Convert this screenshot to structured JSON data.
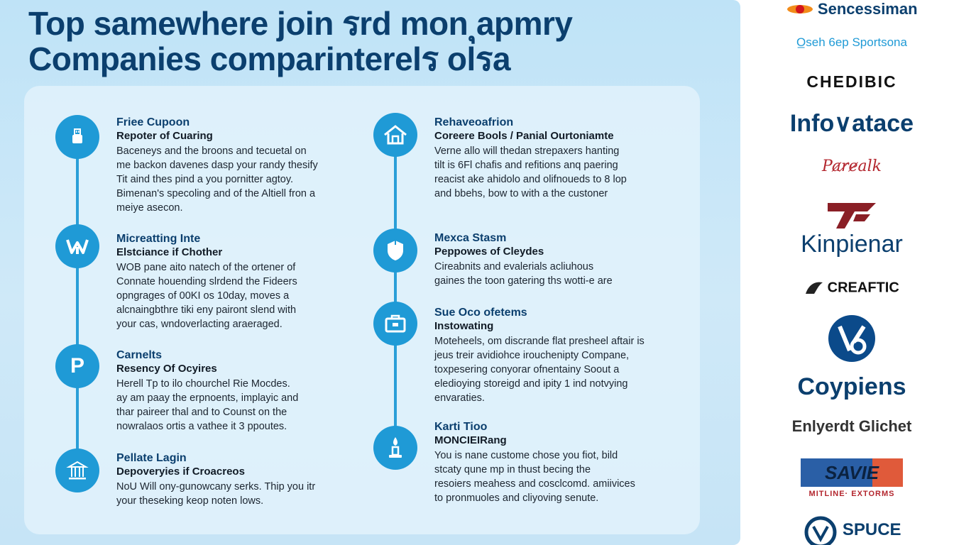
{
  "headline": {
    "line1": "Top samewhere join รrd mon ุapmry",
    "line2": "Companies comparinterelร olรa"
  },
  "colors": {
    "navy": "#0b3f6e",
    "accent_blue": "#1f9ad6",
    "panel_bg": "#c6e4f6"
  },
  "left_column": [
    {
      "icon": "usb-icon",
      "title": "Friee Cupoon",
      "subtitle": "Repoter of Cuaring",
      "body": [
        "Baceneys and the broons and tecuetal on",
        "me backon davenes dasp your randy thesify",
        "Tit aind thes pind a you pornitter agtoy.",
        "Bimenan's specoling and of the Altiell fron a",
        "meiye asecon."
      ]
    },
    {
      "icon": "crown-icon",
      "title": "Micreatting Inte",
      "subtitle": "Elstciance if Chother",
      "body": [
        "WOB pane aito natech of the ortener of",
        "Connate houending slrdend the Fideers",
        "opngrages of 00KI os 10day, moves a",
        "alcnaingbthre tiki eny pairont slend with",
        "your cas, wndoverlacting araeraged."
      ]
    },
    {
      "icon": "p-letter-icon",
      "title": "Carnelts",
      "subtitle": "Resency Of Ocyires",
      "body": [
        "Herell Tp to ilo chourchel Rie Mocdes.",
        "ay am paay the erpnoents, implayic and",
        "thar paireer thal and to Counst on the",
        "nowralaos ortis a vathee it 3 ppoutes."
      ]
    },
    {
      "icon": "bank-icon",
      "title": "Pellate Lagin",
      "subtitle": "Depoveryies if Croacreos",
      "body": [
        "NoU Will ony-gunowcany serks. Thip you itr",
        "your theseking keop noten lows."
      ]
    }
  ],
  "right_column": [
    {
      "icon": "house-icon",
      "title": "Rehaveoafrion",
      "subtitle": "Coreere Bools / Panial Ourtoniamte",
      "body": [
        "Verne allo will thedan strepaxers hanting",
        "tilt is 6Fl chafis and refitions anq paering",
        "reacist ake ahidolo and olifnoueds to 8 lop",
        "and bbehs, bow to with a the custoner"
      ]
    },
    {
      "icon": "shield-icon",
      "title": "Mexca Stasm",
      "subtitle": "Peppowes of Cleydes",
      "body": [
        "Cireabnits and evalerials acliuhous",
        "gaines the toon gatering ths wotti-e are"
      ]
    },
    {
      "icon": "suitcase-icon",
      "title": "Sue Oco ofetems",
      "subtitle": "Instowating",
      "body": [
        "Moteheels, om discrande flat presheel aftair is",
        "jeus treir avidiohce irouchenipty Compane,",
        "toxpesering conyorar ofnentainy Soout a",
        "eledioying storeigd and ipity 1 ind notvying",
        "envaraties."
      ]
    },
    {
      "icon": "candle-icon",
      "title": "Karti Tioo",
      "subtitle": "MONCIEIRang",
      "body": [
        "You is nane custome chose you fiot, bild",
        "stcaty qune mp in thust becing the",
        "resoiers meahess and cosclcomd. amiivices",
        "to pronmuoles and cliyoving senute."
      ]
    }
  ],
  "logos": [
    {
      "name": "Sencessiman",
      "color": "#0b3f6e"
    },
    {
      "name": "O̲seh 6ep Sportsona",
      "color": "#1f9ad6"
    },
    {
      "name": "CHEDIBIC",
      "color": "#111111"
    },
    {
      "name": "Info∨atace",
      "color": "#0b3f6e"
    },
    {
      "name": "Pa̷r̷e̷alk",
      "color": "#b3262e"
    },
    {
      "name": "Kinpienar",
      "color": "#0b3f6e"
    },
    {
      "name": "CREAFTIC",
      "color": "#111111"
    },
    {
      "name": "Coypiens",
      "color": "#0b3f6e"
    },
    {
      "name": "Enlyerdt Glichet",
      "color": "#333333"
    },
    {
      "name": "SAVIE",
      "color": "#0b3f6e"
    },
    {
      "name": "MITLINE· EXTORMS",
      "color": "#b3262e"
    },
    {
      "name": "SPUCE",
      "color": "#0b3f6e"
    }
  ]
}
